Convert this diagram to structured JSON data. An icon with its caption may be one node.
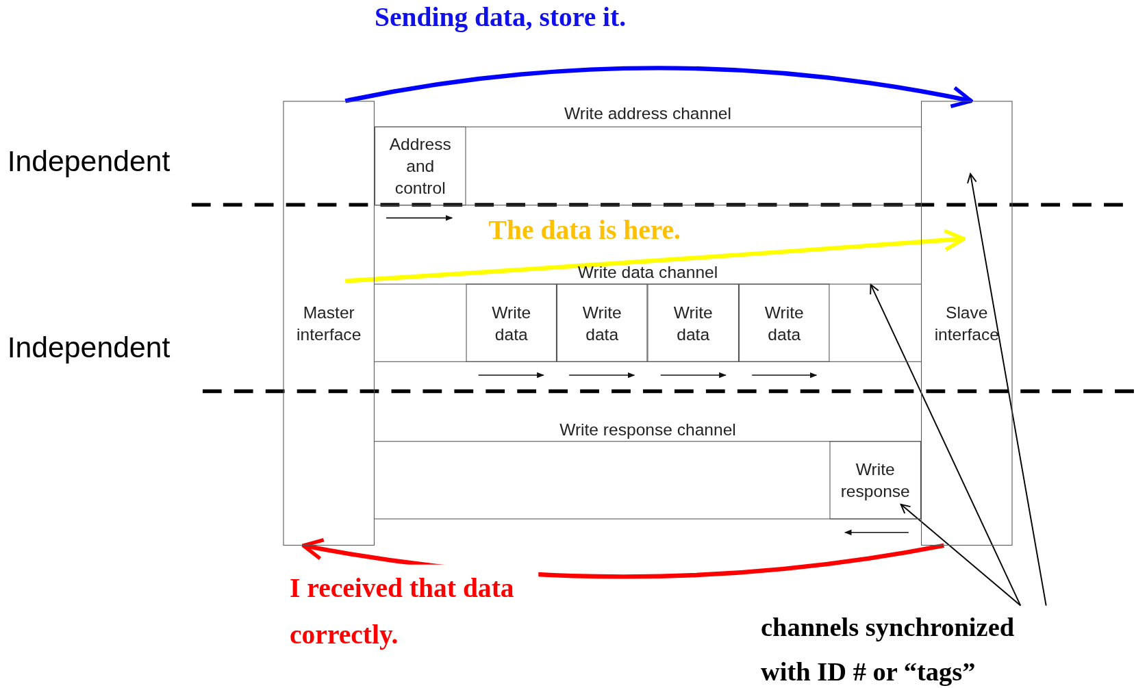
{
  "diagram": {
    "nodes": [
      {
        "text": [
          "Master interface"
        ]
      },
      {
        "text": [
          "Slave interface"
        ]
      },
      {
        "text": [
          "Write address channel"
        ]
      },
      {
        "text": [
          "Address and control"
        ],
        "in": 2
      },
      {
        "text": [
          "Write data channel"
        ]
      },
      {
        "text": [
          "Write data"
        ],
        "in": 4
      },
      {
        "text": [
          "Write data"
        ],
        "in": 4
      },
      {
        "text": [
          "Write data"
        ],
        "in": 4
      },
      {
        "text": [
          "Write data"
        ],
        "in": 4
      },
      {
        "text": [
          "Write response channel"
        ]
      },
      {
        "text": [
          "Write response"
        ],
        "in": 9
      },
      {
        "text": [
          "channels synchronized with ID # or “tags”"
        ]
      }
    ],
    "edges": [
      {
        "from": 0,
        "to": 1,
        "arrow": "to",
        "label": "Sending data, store it.",
        "style": "thick",
        "color": "#0000ff"
      },
      {
        "from": 0,
        "to": 1,
        "arrow": "to",
        "label": "The data is here.",
        "style": "thick",
        "color": "#ffff00"
      },
      {
        "from": 1,
        "to": 0,
        "arrow": "to",
        "label": "I received that data correctly.",
        "style": "thick",
        "color": "#ff0000"
      },
      {
        "from": 11,
        "to": 1,
        "arrow": "to"
      },
      {
        "from": 11,
        "to": 4,
        "arrow": "to"
      },
      {
        "from": 11,
        "to": 10,
        "arrow": "to"
      }
    ],
    "labels": [
      "Independent",
      "Independent"
    ]
  }
}
